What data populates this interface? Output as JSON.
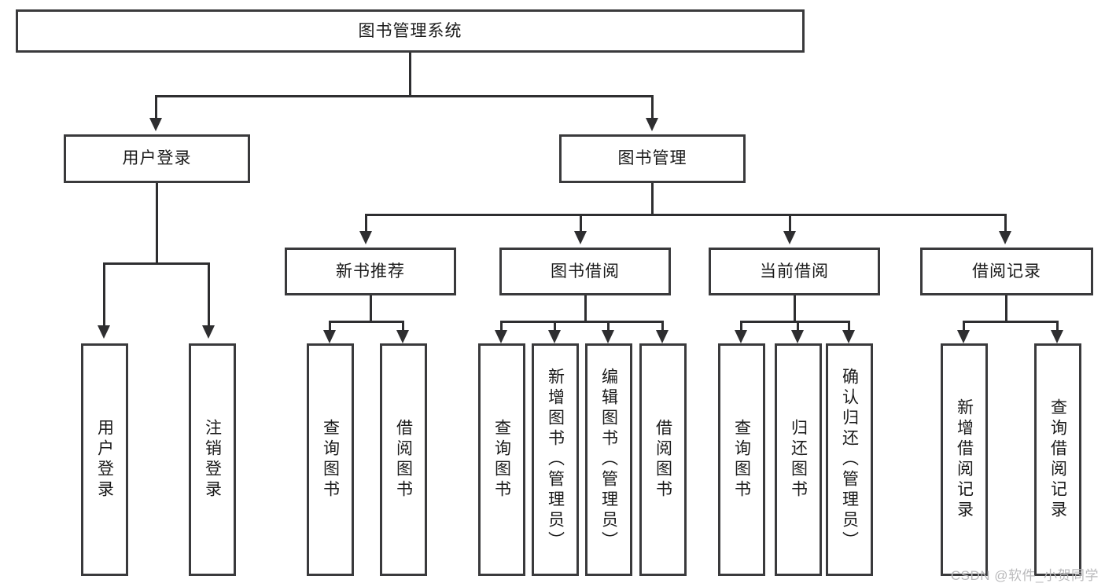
{
  "diagram": {
    "title_node": {
      "label": "图书管理系统"
    },
    "level2": [
      {
        "label": "用户登录"
      },
      {
        "label": "图书管理"
      }
    ],
    "level3": [
      {
        "label": "新书推荐"
      },
      {
        "label": "图书借阅"
      },
      {
        "label": "当前借阅"
      },
      {
        "label": "借阅记录"
      }
    ],
    "leaves": {
      "user_login": [
        {
          "label": "用户登录"
        },
        {
          "label": "注销登录"
        }
      ],
      "new_book": [
        {
          "label": "查询图书"
        },
        {
          "label": "借阅图书"
        }
      ],
      "book_borrow": [
        {
          "label": "查询图书"
        },
        {
          "label": "新增图书（管理员）"
        },
        {
          "label": "编辑图书（管理员）"
        },
        {
          "label": "借阅图书"
        }
      ],
      "current_borrow": [
        {
          "label": "查询图书"
        },
        {
          "label": "归还图书"
        },
        {
          "label": "确认归还（管理员）"
        }
      ],
      "borrow_record": [
        {
          "label": "新增借阅记录"
        },
        {
          "label": "查询借阅记录"
        }
      ]
    }
  },
  "watermark": {
    "text": "CSDN @软件_小贺同学"
  },
  "colors": {
    "box_border": "#3a3a3c",
    "line": "#2e2e30",
    "background": "#ffffff",
    "text": "#1a1a1a",
    "watermark": "#b9b9bb"
  }
}
